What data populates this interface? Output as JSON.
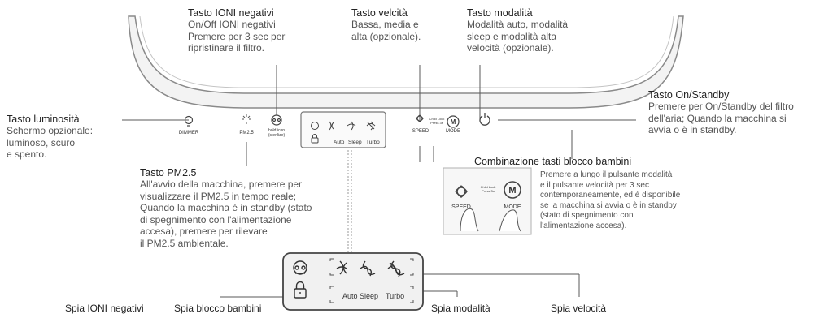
{
  "callouts": {
    "ioni": {
      "title": "Tasto IONI negativi",
      "lines": [
        "On/Off IONI negativi",
        "Premere per 3 sec per",
        "ripristinare il filtro."
      ]
    },
    "speed": {
      "title": "Tasto velcità",
      "lines": [
        "Bassa, media e",
        "alta (opzionale)."
      ]
    },
    "mode": {
      "title": "Tasto modalità",
      "lines": [
        "Modalità auto, modalità",
        "sleep e modalità alta",
        "velocità (opzionale)."
      ]
    },
    "power": {
      "title": "Tasto On/Standby",
      "lines": [
        "Premere per On/Standby del filtro",
        "dell'aria; Quando la macchina si",
        "avvia o è in standby."
      ]
    },
    "brightness": {
      "title": "Tasto luminosità",
      "lines": [
        "Schermo opzionale:",
        "luminoso, scuro",
        "e spento."
      ]
    },
    "pm25": {
      "title": "Tasto PM2.5",
      "lines": [
        "All'avvio della macchina, premere per",
        "visualizzare il PM2.5 in tempo reale;",
        "Quando la macchina è in standby (stato",
        "di spegnimento con l'alimentazione",
        "accesa), premere per rilevare",
        "il PM2.5 ambientale."
      ]
    },
    "childlock": {
      "title": "Combinazione tasti blocco bambini",
      "lines": [
        "Premere a lungo il pulsante modalità",
        "e il pulsante velocità per 3 sec",
        "contemporaneamente, ed è disponibile",
        "se la macchina si avvia o è in standby",
        "(stato di spegnimento con",
        "l'alimentazione accesa)."
      ]
    }
  },
  "panel": {
    "dimmer": "DIMMER",
    "pm25": "PM2.5",
    "ioni_small_1": "hold icon",
    "ioni_small_2": "(sterilize)",
    "speed": "SPEED",
    "mode": "MODE",
    "mode_letter": "M",
    "hold_small_1": "Child Lock",
    "hold_small_2": "Press 3s"
  },
  "indicators": {
    "auto": "Auto",
    "sleep": "Sleep",
    "turbo": "Turbo"
  },
  "bottom_labels": {
    "ioni": "Spia IONI negativi",
    "childlock": "Spia blocco bambini",
    "mode": "Spia modalità",
    "speed": "Spia velocità"
  }
}
